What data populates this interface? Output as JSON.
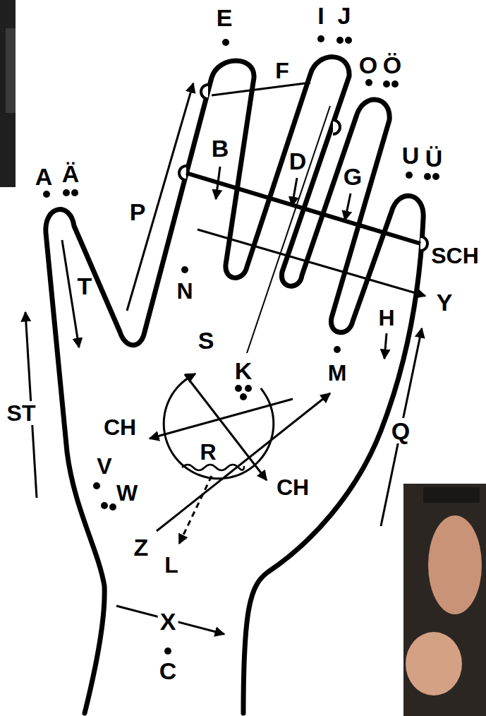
{
  "diagram": {
    "labels": [
      "E",
      "I",
      "J",
      "F",
      "O",
      "Ö",
      "A",
      "Ä",
      "B",
      "U",
      "Ü",
      "D",
      "G",
      "P",
      "SCH",
      "N",
      "H",
      "Y",
      "T",
      "S",
      "K",
      "M",
      "ST",
      "CH",
      "R",
      "CH",
      "Q",
      "V",
      "W",
      "Z",
      "L",
      "X",
      "C"
    ]
  }
}
